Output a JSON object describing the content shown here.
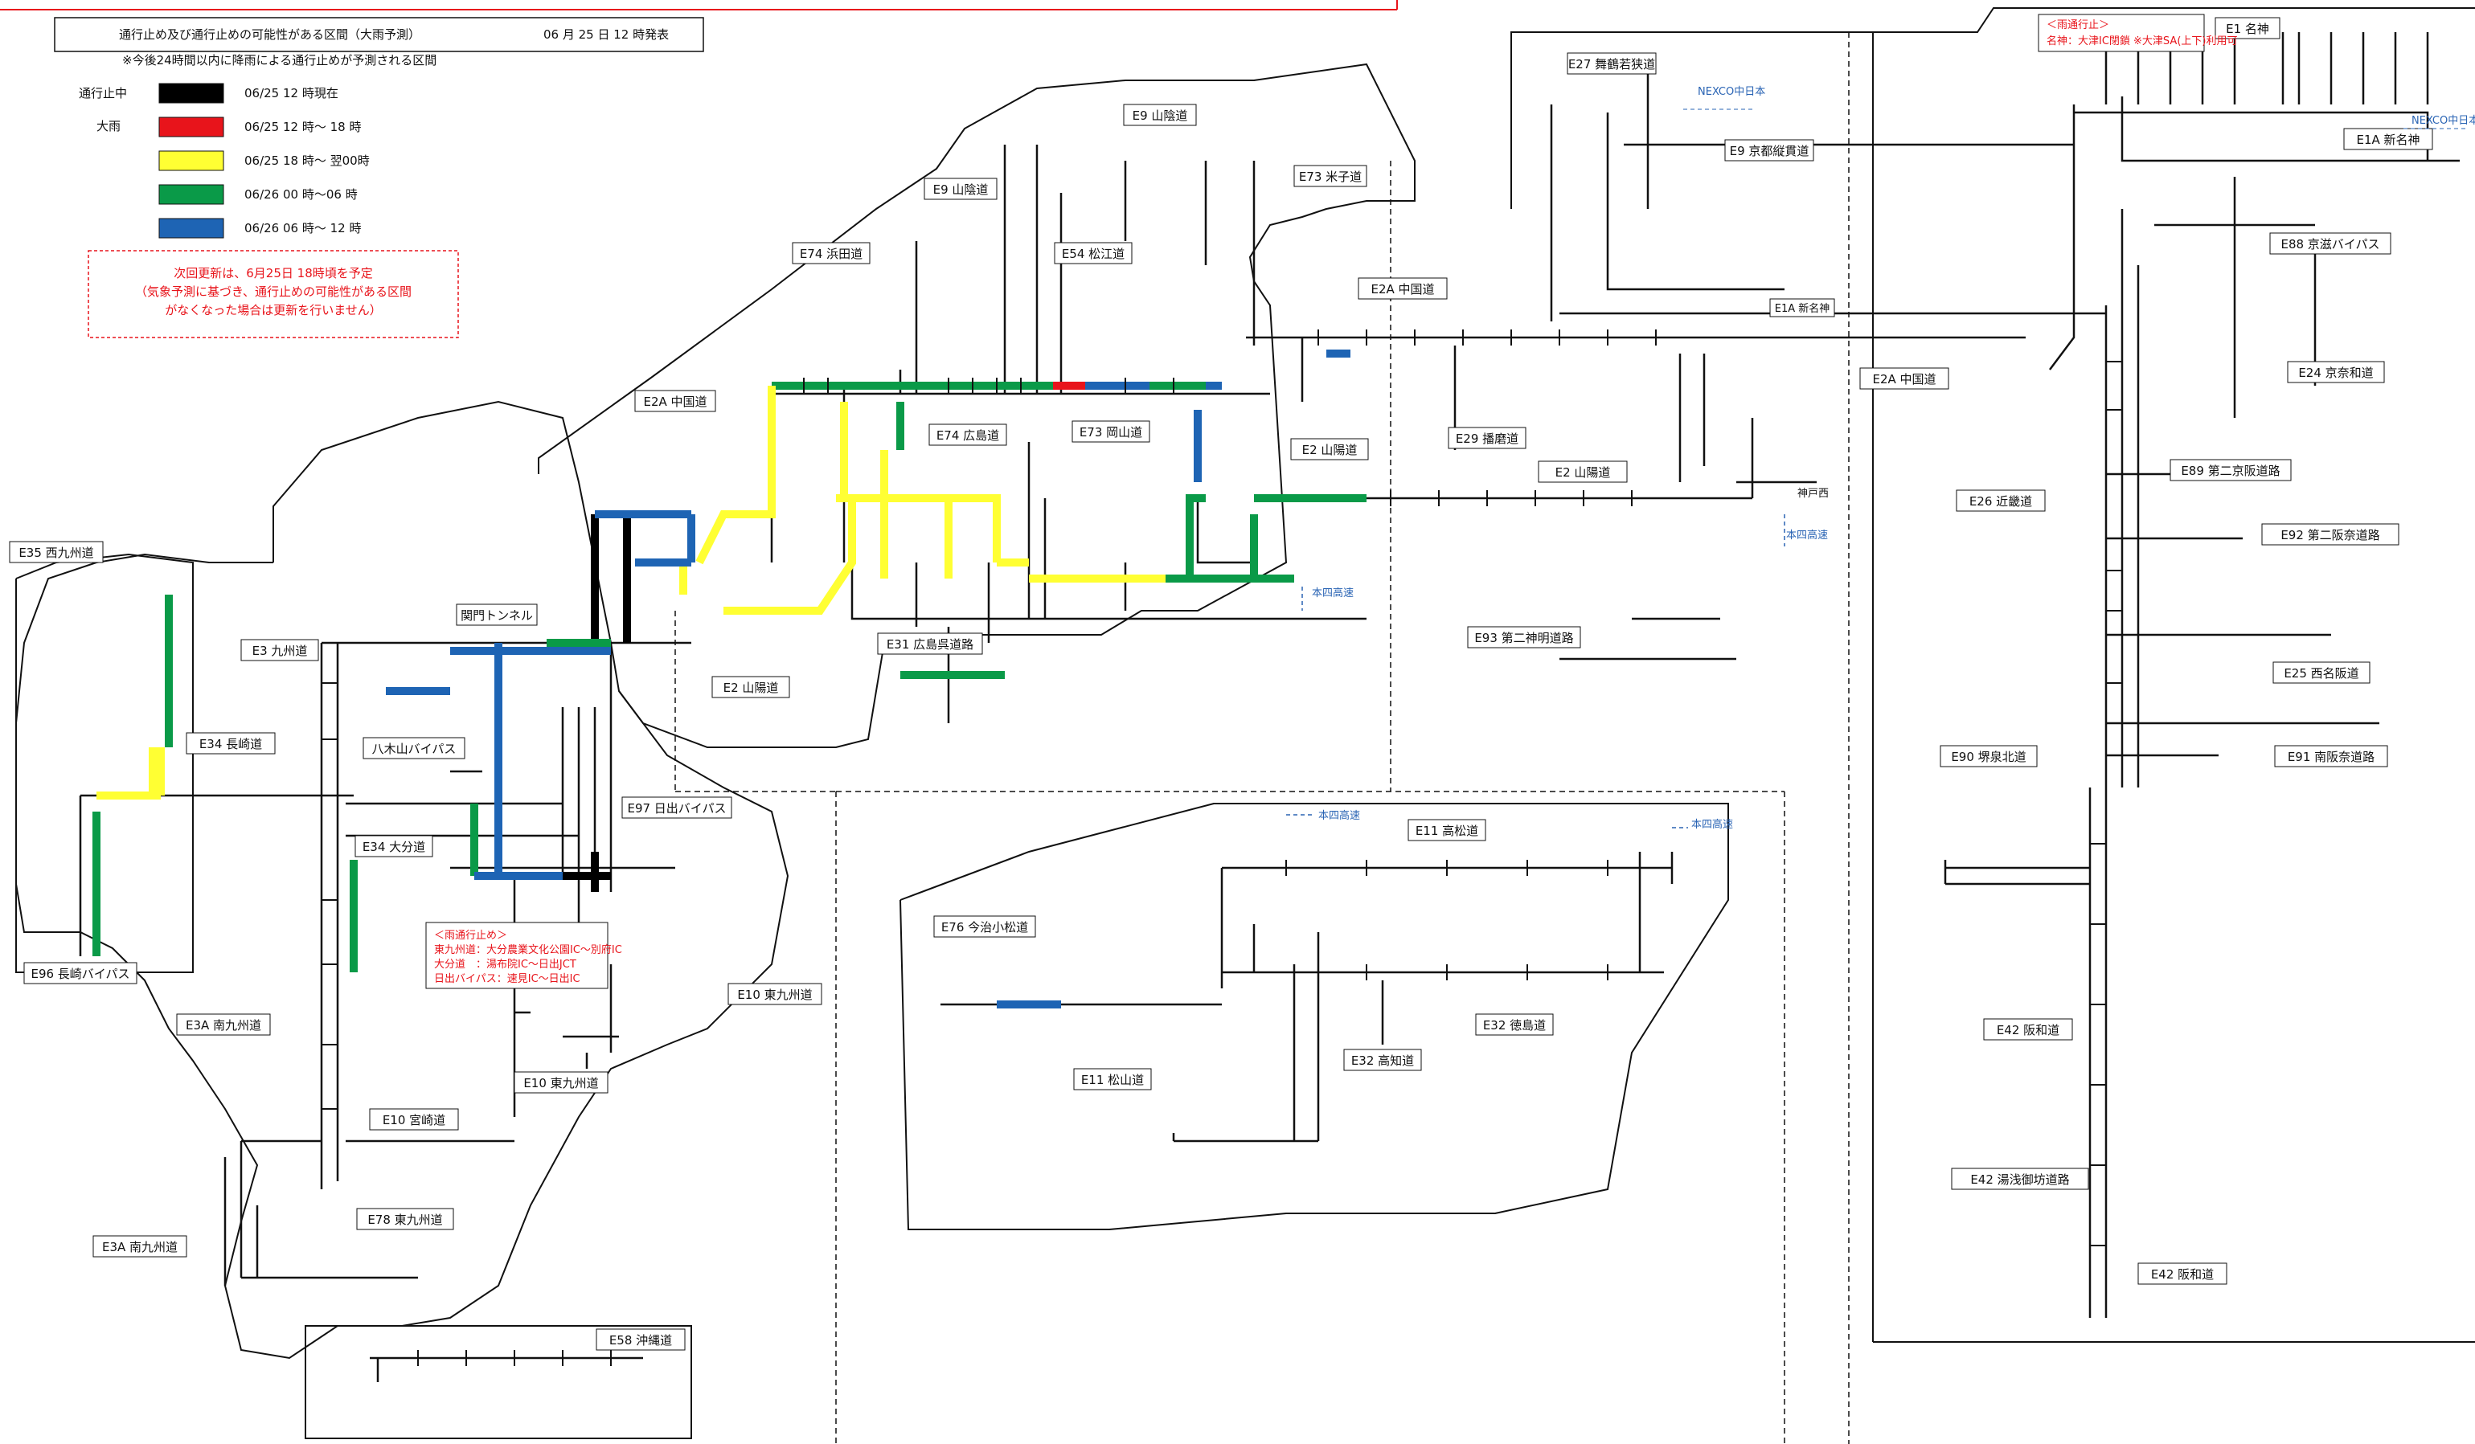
{
  "header": {
    "title": "通行止め及び通行止めの可能性がある区間（大雨予測）",
    "issued": "06 月 25 日 12 時発表",
    "note": "※今後24時間以内に降雨による通行止めが予測される区間"
  },
  "legend": {
    "closed_label": "通行止中",
    "rain_label": "大雨",
    "items": [
      {
        "text": "06/25 12 時現在",
        "color": "#000000"
      },
      {
        "text": "06/25 12 時～ 18 時",
        "color": "#e8141b"
      },
      {
        "text": "06/25 18 時～ 翌00時",
        "color": "#ffff33"
      },
      {
        "text": "06/26 00 時～06 時",
        "color": "#0a9a48"
      },
      {
        "text": "06/26 06 時～ 12 時",
        "color": "#1e64b4"
      }
    ]
  },
  "next_update": [
    "次回更新は、6月25日 18時頃を予定",
    "（気象予測に基づき、通行止めの可能性がある区間",
    "がなくなった場合は更新を行いません）"
  ],
  "notices": {
    "kyushu": [
      "＜雨通行止め＞",
      "東九州道：大分農業文化公園IC～別府IC",
      "大分道　：湯布院IC～日出JCT",
      "日出バイパス：速見IC～日出IC"
    ],
    "meishin": [
      "＜雨通行止＞",
      "名神：大津IC閉鎖 ※大津SA(上下)利用可"
    ]
  },
  "routes": [
    {
      "label": "E1 名神"
    },
    {
      "label": "E1A 新名神"
    },
    {
      "label": "E1A 新名神"
    },
    {
      "label": "E27 舞鶴若狭道"
    },
    {
      "label": "E9 京都縦貫道"
    },
    {
      "label": "E9 山陰道"
    },
    {
      "label": "E9 山陰道"
    },
    {
      "label": "E73 米子道"
    },
    {
      "label": "E54 松江道"
    },
    {
      "label": "E74 浜田道"
    },
    {
      "label": "E74 広島道"
    },
    {
      "label": "E73 岡山道"
    },
    {
      "label": "E2A 中国道"
    },
    {
      "label": "E2A 中国道"
    },
    {
      "label": "E2A 中国道"
    },
    {
      "label": "E29 播磨道"
    },
    {
      "label": "E2 山陽道"
    },
    {
      "label": "E2 山陽道"
    },
    {
      "label": "E2 山陽道"
    },
    {
      "label": "E31 広島呉道路"
    },
    {
      "label": "E93 第二神明道路"
    },
    {
      "label": "E26 近畿道"
    },
    {
      "label": "E89 第二京阪道路"
    },
    {
      "label": "E92 第二阪奈道路"
    },
    {
      "label": "E88 京滋バイパス"
    },
    {
      "label": "E24 京奈和道"
    },
    {
      "label": "E25 西名阪道"
    },
    {
      "label": "E91 南阪奈道路"
    },
    {
      "label": "E90 堺泉北道"
    },
    {
      "label": "E42 阪和道"
    },
    {
      "label": "E42 湯浅御坊道路"
    },
    {
      "label": "E42 阪和道"
    },
    {
      "label": "E35 西九州道"
    },
    {
      "label": "E3 九州道"
    },
    {
      "label": "E34 長崎道"
    },
    {
      "label": "E34 大分道"
    },
    {
      "label": "E96 長崎バイパス"
    },
    {
      "label": "E3A 南九州道"
    },
    {
      "label": "E3A 南九州道"
    },
    {
      "label": "E10 宮崎道"
    },
    {
      "label": "E10 東九州道"
    },
    {
      "label": "E10 東九州道"
    },
    {
      "label": "E78 東九州道"
    },
    {
      "label": "E97 日出バイパス"
    },
    {
      "label": "八木山バイパス"
    },
    {
      "label": "関門トンネル"
    },
    {
      "label": "E58 沖縄道"
    },
    {
      "label": "E76 今治小松道"
    },
    {
      "label": "E11 高松道"
    },
    {
      "label": "E11 松山道"
    },
    {
      "label": "E32 徳島道"
    },
    {
      "label": "E32 高知道"
    }
  ],
  "annotations": {
    "nexco_west": "NEXCO中日本",
    "nexco_central": "NEXCO中日本",
    "honshi": "本四高速",
    "kobe_nishi": "神戸西"
  },
  "map_colors": {
    "line": "#111111",
    "closed": "#000000",
    "red": "#e8141b",
    "yellow": "#ffff33",
    "green": "#0a9a48",
    "blue": "#1e64b4",
    "header_border": "#e8141b"
  }
}
